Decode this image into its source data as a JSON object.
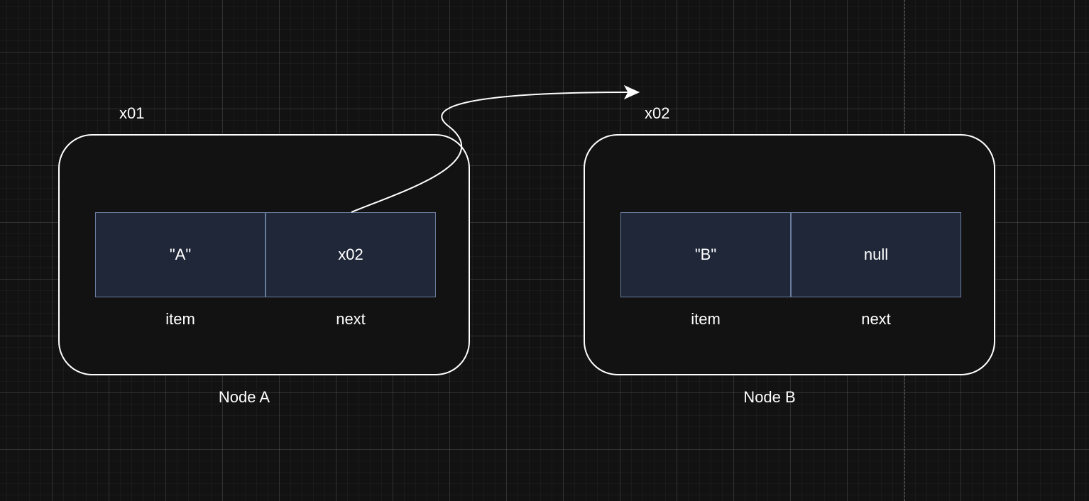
{
  "nodes": [
    {
      "address": "x01",
      "title": "Node A",
      "item_value": "\"A\"",
      "next_value": "x02",
      "item_label": "item",
      "next_label": "next"
    },
    {
      "address": "x02",
      "title": "Node B",
      "item_value": "\"B\"",
      "next_value": "null",
      "item_label": "item",
      "next_label": "next"
    }
  ],
  "colors": {
    "background": "#121212",
    "cell_fill": "#1f2739",
    "cell_border": "#6b7d9e",
    "stroke": "#ffffff"
  }
}
